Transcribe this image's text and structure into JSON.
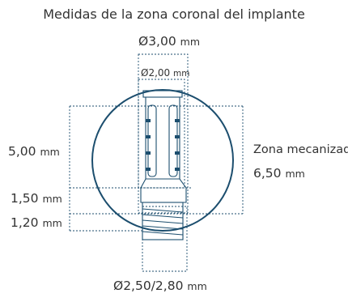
{
  "title": "Medidas de la zona coronal del implante",
  "unit": "mm",
  "dimensions": {
    "platform_diameter": "Ø3,00",
    "inner_diameter": "Ø2,00",
    "coronal_height": "5,00",
    "collar_height": "1,50",
    "thread_start": "1,20",
    "machined_zone_label": "Zona mecanizada",
    "machined_zone_height": "6,50",
    "body_diameter": "Ø2,50/2,80"
  },
  "colors": {
    "outline": "#1c4e6e",
    "text": "#333333",
    "dashed": "#1c4e6e"
  }
}
